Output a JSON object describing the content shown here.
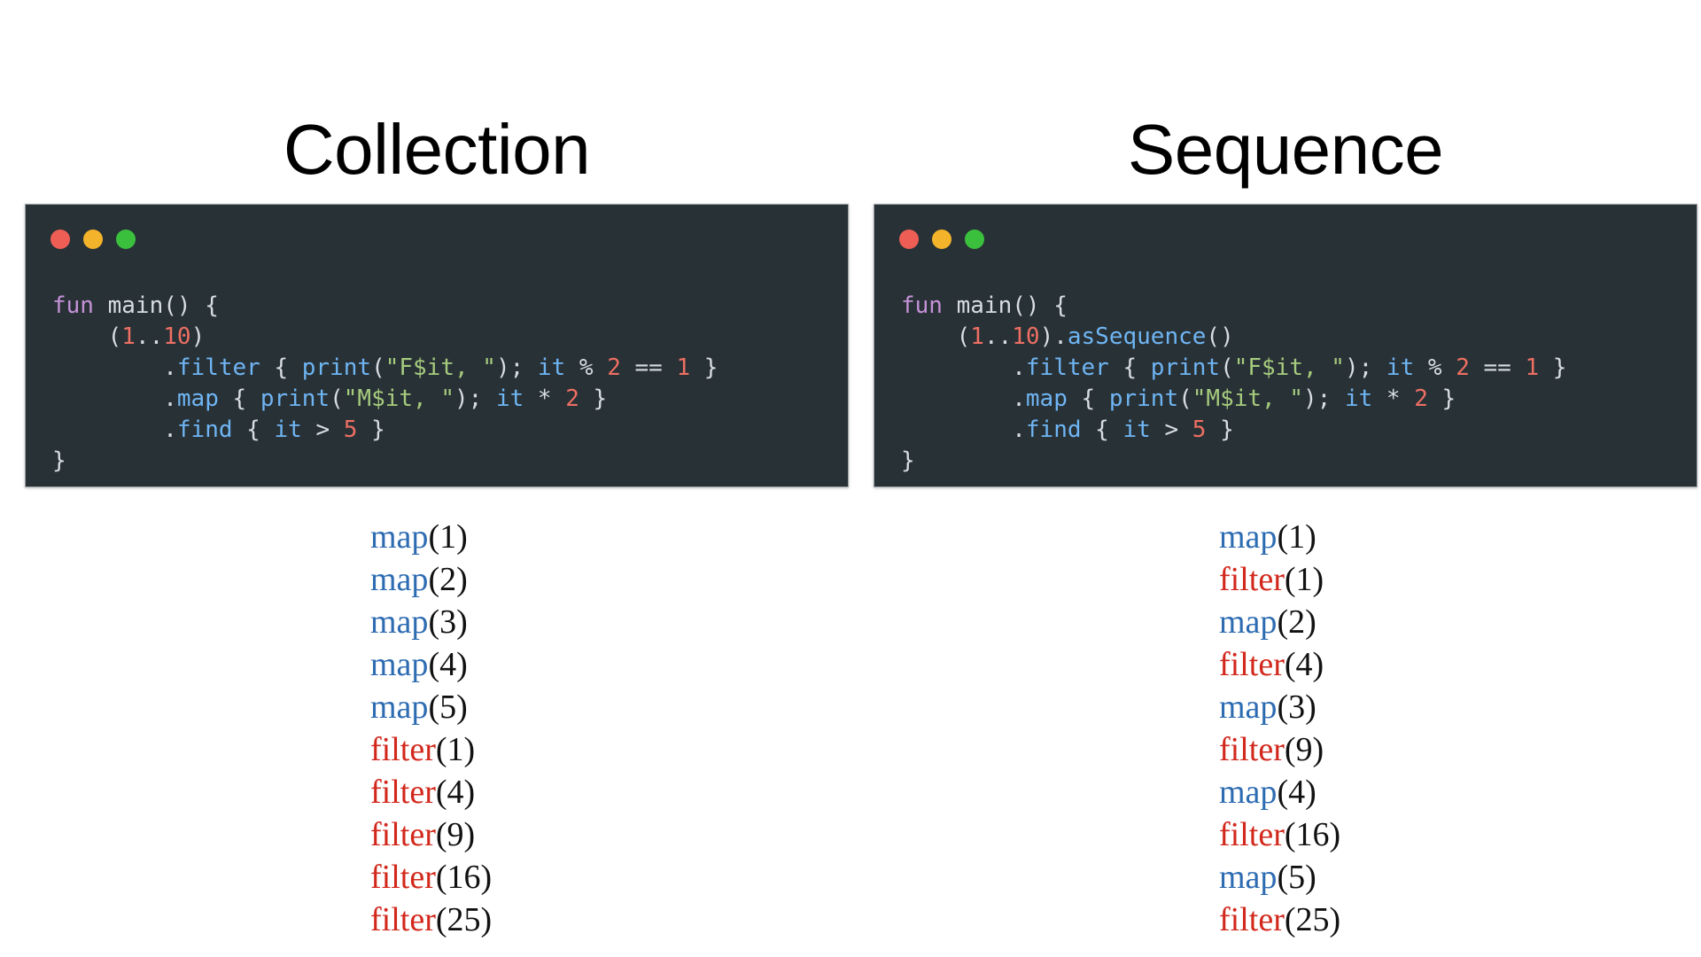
{
  "colors": {
    "background": "#ffffff",
    "code_bg": "#283136",
    "keyword": "#c592d8",
    "function": "#6fb5f3",
    "string": "#a6cb7d",
    "number": "#ee6f63",
    "plain": "#d7dde0",
    "map_label": "#2e6cb2",
    "filter_label": "#d2281c",
    "traffic_red": "#ee5e55",
    "traffic_yellow": "#f3b32a",
    "traffic_green": "#3bc03e"
  },
  "panels": [
    {
      "title": "Collection",
      "code_lines": [
        [
          [
            "kw",
            "fun"
          ],
          [
            "punc",
            " main() {"
          ]
        ],
        [
          [
            "punc",
            "    ("
          ],
          [
            "num",
            "1"
          ],
          [
            "punc",
            ".."
          ],
          [
            "num",
            "10"
          ],
          [
            "punc",
            ")"
          ]
        ],
        [
          [
            "punc",
            "        ."
          ],
          [
            "fn",
            "filter"
          ],
          [
            "punc",
            " { "
          ],
          [
            "fn",
            "print"
          ],
          [
            "punc",
            "("
          ],
          [
            "str",
            "\"F$it, \""
          ],
          [
            "punc",
            "); "
          ],
          [
            "it",
            "it"
          ],
          [
            "punc",
            " % "
          ],
          [
            "num",
            "2"
          ],
          [
            "punc",
            " == "
          ],
          [
            "num",
            "1"
          ],
          [
            "punc",
            " }"
          ]
        ],
        [
          [
            "punc",
            "        ."
          ],
          [
            "fn",
            "map"
          ],
          [
            "punc",
            " { "
          ],
          [
            "fn",
            "print"
          ],
          [
            "punc",
            "("
          ],
          [
            "str",
            "\"M$it, \""
          ],
          [
            "punc",
            "); "
          ],
          [
            "it",
            "it"
          ],
          [
            "punc",
            " * "
          ],
          [
            "num",
            "2"
          ],
          [
            "punc",
            " }"
          ]
        ],
        [
          [
            "punc",
            "        ."
          ],
          [
            "fn",
            "find"
          ],
          [
            "punc",
            " { "
          ],
          [
            "it",
            "it"
          ],
          [
            "punc",
            " > "
          ],
          [
            "num",
            "5"
          ],
          [
            "punc",
            " }"
          ]
        ],
        [
          [
            "punc",
            "}"
          ]
        ]
      ],
      "output": [
        {
          "op": "map",
          "arg": "(1)"
        },
        {
          "op": "map",
          "arg": "(2)"
        },
        {
          "op": "map",
          "arg": "(3)"
        },
        {
          "op": "map",
          "arg": "(4)"
        },
        {
          "op": "map",
          "arg": "(5)"
        },
        {
          "op": "filter",
          "arg": "(1)"
        },
        {
          "op": "filter",
          "arg": "(4)"
        },
        {
          "op": "filter",
          "arg": "(9)"
        },
        {
          "op": "filter",
          "arg": "(16)"
        },
        {
          "op": "filter",
          "arg": "(25)"
        }
      ]
    },
    {
      "title": "Sequence",
      "code_lines": [
        [
          [
            "kw",
            "fun"
          ],
          [
            "punc",
            " main() {"
          ]
        ],
        [
          [
            "punc",
            "    ("
          ],
          [
            "num",
            "1"
          ],
          [
            "punc",
            ".."
          ],
          [
            "num",
            "10"
          ],
          [
            "punc",
            ")."
          ],
          [
            "fn",
            "asSequence"
          ],
          [
            "punc",
            "()"
          ]
        ],
        [
          [
            "punc",
            "        ."
          ],
          [
            "fn",
            "filter"
          ],
          [
            "punc",
            " { "
          ],
          [
            "fn",
            "print"
          ],
          [
            "punc",
            "("
          ],
          [
            "str",
            "\"F$it, \""
          ],
          [
            "punc",
            "); "
          ],
          [
            "it",
            "it"
          ],
          [
            "punc",
            " % "
          ],
          [
            "num",
            "2"
          ],
          [
            "punc",
            " == "
          ],
          [
            "num",
            "1"
          ],
          [
            "punc",
            " }"
          ]
        ],
        [
          [
            "punc",
            "        ."
          ],
          [
            "fn",
            "map"
          ],
          [
            "punc",
            " { "
          ],
          [
            "fn",
            "print"
          ],
          [
            "punc",
            "("
          ],
          [
            "str",
            "\"M$it, \""
          ],
          [
            "punc",
            "); "
          ],
          [
            "it",
            "it"
          ],
          [
            "punc",
            " * "
          ],
          [
            "num",
            "2"
          ],
          [
            "punc",
            " }"
          ]
        ],
        [
          [
            "punc",
            "        ."
          ],
          [
            "fn",
            "find"
          ],
          [
            "punc",
            " { "
          ],
          [
            "it",
            "it"
          ],
          [
            "punc",
            " > "
          ],
          [
            "num",
            "5"
          ],
          [
            "punc",
            " }"
          ]
        ],
        [
          [
            "punc",
            "}"
          ]
        ]
      ],
      "output": [
        {
          "op": "map",
          "arg": "(1)"
        },
        {
          "op": "filter",
          "arg": "(1)"
        },
        {
          "op": "map",
          "arg": "(2)"
        },
        {
          "op": "filter",
          "arg": "(4)"
        },
        {
          "op": "map",
          "arg": "(3)"
        },
        {
          "op": "filter",
          "arg": "(9)"
        },
        {
          "op": "map",
          "arg": "(4)"
        },
        {
          "op": "filter",
          "arg": "(16)"
        },
        {
          "op": "map",
          "arg": "(5)"
        },
        {
          "op": "filter",
          "arg": "(25)"
        }
      ]
    }
  ]
}
